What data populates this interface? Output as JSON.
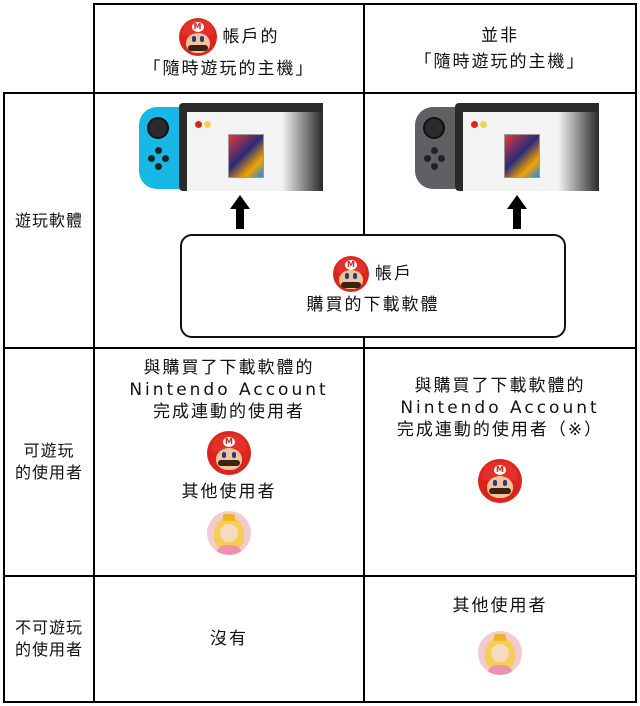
{
  "header": {
    "col1_line1": "帳戶的",
    "col1_line2": "「隨時遊玩的主機」",
    "col2_line1": "並非",
    "col2_line2": "「隨時遊玩的主機」"
  },
  "rows": {
    "play_software": "遊玩軟體",
    "can_play": [
      "可遊玩",
      "的使用者"
    ],
    "cannot_play": [
      "不可遊玩",
      "的使用者"
    ]
  },
  "purchase_box": {
    "line1": "帳戶",
    "line2": "購買的下載軟體"
  },
  "can_play_col1": {
    "line1": "與購買了下載軟體的",
    "line2": "Nintendo Account",
    "line3": "完成連動的使用者",
    "other_users": "其他使用者"
  },
  "can_play_col2": {
    "line1": "與購買了下載軟體的",
    "line2": "Nintendo Account",
    "line3": "完成連動的使用者（※）"
  },
  "cannot_play_col1": {
    "text": "沒有"
  },
  "cannot_play_col2": {
    "text": "其他使用者"
  },
  "icons": {
    "mario": "mario-avatar-icon",
    "peach": "peach-avatar-icon",
    "console_blue": "switch-console-neon-icon",
    "console_grey": "switch-console-grey-icon",
    "arrow": "up-arrow-icon"
  },
  "colors": {
    "neon_blue": "#18b8e6",
    "grey_joycon": "#5e6064",
    "mario_red": "#d9251c",
    "peach_pink": "#f4c9cf"
  }
}
